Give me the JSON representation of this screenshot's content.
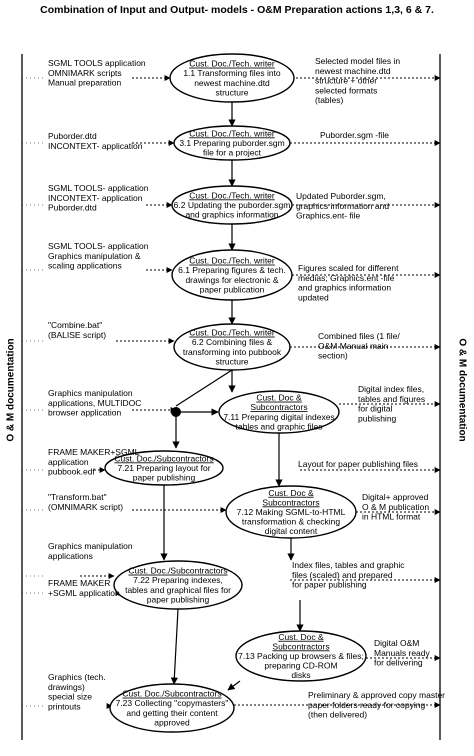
{
  "title": "Combination of Input and Output- models  - O&M Preparation actions 1,3, 6 & 7.",
  "side_label_left": "O & M documentation",
  "side_label_right": "O & M documentation",
  "nodes": [
    {
      "id": "n1_1",
      "role": "Cust. Doc./Tech. writer",
      "lines": [
        "1.1 Transforming files into",
        "newest machine.dtd",
        "structure"
      ]
    },
    {
      "id": "n3_1",
      "role": "Cust. Doc./Tech. writer",
      "lines": [
        "3.1 Preparing puborder.sgm",
        "file for a project"
      ]
    },
    {
      "id": "n6_2a",
      "role": "Cust. Doc./Tech. writer",
      "lines": [
        "6.2 Updating the puborder.sgm",
        "and graphics information"
      ]
    },
    {
      "id": "n6_1",
      "role": "Cust. Doc./Tech. writer",
      "lines": [
        "6.1 Preparing figures & tech.",
        "drawings for electronic &",
        "paper publication"
      ]
    },
    {
      "id": "n6_2b",
      "role": "Cust. Doc./Tech. writer",
      "lines": [
        "6.2 Combining files &",
        "transforming into pubbook",
        "structure"
      ]
    },
    {
      "id": "n7_11",
      "role": "Cust. Doc &",
      "role2": "Subcontractors",
      "lines": [
        "7.11 Preparing digital indexes",
        "tables and graphic files"
      ]
    },
    {
      "id": "n7_21",
      "role": "Cust. Doc./Subcontractors",
      "lines": [
        "7.21 Preparing layout for",
        "paper publishing"
      ]
    },
    {
      "id": "n7_12",
      "role": "Cust. Doc &",
      "role2": "Subcontractors",
      "lines": [
        "7.12 Making SGML-to-HTML",
        "transformation & checking",
        "digital content"
      ]
    },
    {
      "id": "n7_22",
      "role": "Cust. Doc./Subcontractors",
      "lines": [
        "7.22 Preparing indexes,",
        "tables and graphical files for",
        "paper publishing"
      ]
    },
    {
      "id": "n7_13",
      "role": "Cust. Doc &",
      "role2": "Subcontractors",
      "lines": [
        "7.13 Packing up browsers & files;",
        "preparing CD-ROM",
        "disks"
      ]
    },
    {
      "id": "n7_23",
      "role": "Cust. Doc./Subcontractors",
      "lines": [
        "7.23 Collecting \"copymasters\"",
        "and getting their content",
        "approved"
      ]
    }
  ],
  "inputs": [
    {
      "id": "in1",
      "lines": [
        "SGML TOOLS application",
        "OMNIMARK scripts",
        "Manual preparation"
      ]
    },
    {
      "id": "in2",
      "lines": [
        "Puborder.dtd",
        "INCONTEXT- application"
      ]
    },
    {
      "id": "in3",
      "lines": [
        "SGML TOOLS- application",
        "INCONTEXT- application",
        "Puborder.dtd"
      ]
    },
    {
      "id": "in4",
      "lines": [
        "SGML TOOLS- application",
        "Graphics manipulation &",
        "scaling applications"
      ]
    },
    {
      "id": "in5",
      "lines": [
        "\"Combine.bat\"",
        "(BALISE script)"
      ]
    },
    {
      "id": "in6",
      "lines": [
        "Graphics manipulation",
        "applications, MULTIDOC",
        "browser application"
      ]
    },
    {
      "id": "in7",
      "lines": [
        "FRAME MAKER+SGML",
        "application",
        "pubbook.edf"
      ]
    },
    {
      "id": "in8",
      "lines": [
        "\"Transform.bat\"",
        "(OMNIMARK script)"
      ]
    },
    {
      "id": "in9",
      "lines": [
        "Graphics manipulation",
        "applications"
      ]
    },
    {
      "id": "in10",
      "lines": [
        "FRAME MAKER",
        "+SGML application"
      ]
    },
    {
      "id": "in11",
      "lines": [
        "Graphics (tech.",
        "drawings)",
        "special size",
        "printouts"
      ]
    }
  ],
  "outputs": [
    {
      "id": "out1",
      "lines": [
        "Selected model files in",
        "newest machine.dtd",
        "structure + other",
        "selected formats",
        "(tables)"
      ]
    },
    {
      "id": "out2",
      "lines": [
        "Puborder.sgm -file"
      ]
    },
    {
      "id": "out3",
      "lines": [
        "Updated Puborder.sgm,",
        "graphics information and",
        "Graphics.ent- file"
      ]
    },
    {
      "id": "out4",
      "lines": [
        "Figures scaled for different",
        "medias; Graphics.ent -file",
        "and graphics information",
        "updated"
      ]
    },
    {
      "id": "out5",
      "lines": [
        "Combined files (1 file/",
        "O&M Manual main",
        "section)"
      ]
    },
    {
      "id": "out6",
      "lines": [
        "Digital index files,",
        "tables and figures",
        "for digital",
        "publishing"
      ]
    },
    {
      "id": "out7",
      "lines": [
        "Layout for paper publishing files"
      ]
    },
    {
      "id": "out8",
      "lines": [
        "Digital+ approved",
        "O & M publication",
        "in HTML format"
      ]
    },
    {
      "id": "out9",
      "lines": [
        "Index files, tables and graphic",
        "files (scaled) and prepared",
        "for paper publishing"
      ]
    },
    {
      "id": "out10",
      "lines": [
        "Digital O&M",
        "Manuals ready",
        "for delivering"
      ]
    },
    {
      "id": "out11",
      "lines": [
        "Preliminary & approved copy master",
        "paper folders ready for copying",
        "(then delivered)"
      ]
    }
  ]
}
